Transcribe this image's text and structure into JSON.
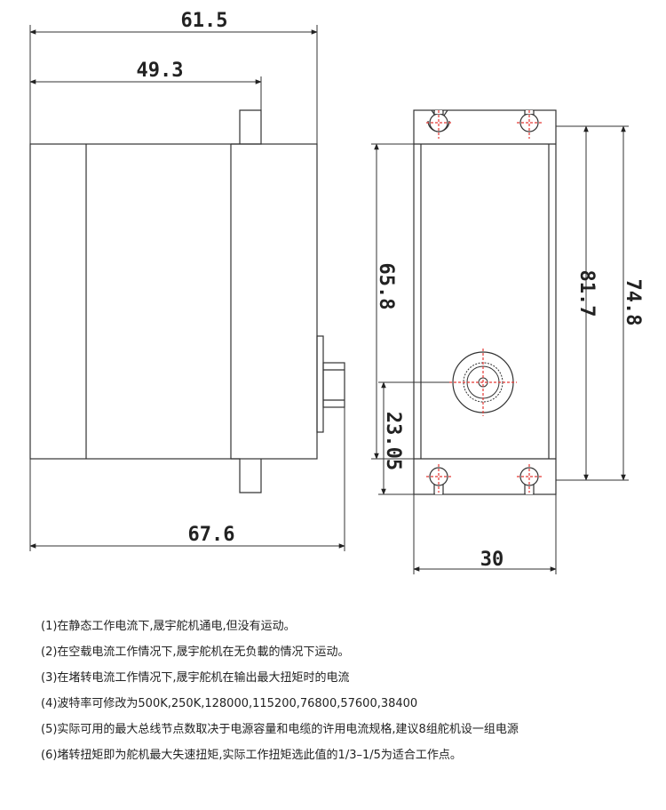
{
  "side_view": {
    "dim_top_overall": "61.5",
    "dim_top_body": "49.3",
    "dim_bottom": "67.6"
  },
  "front_view": {
    "dim_height_left": "65.8",
    "dim_height_right": "81.7",
    "dim_outer_right": "74.8",
    "dim_shaft_offset": "23.05",
    "dim_width": "30"
  },
  "notes": [
    "(1)在静态工作电流下,晟宇舵机通电,但没有运动。",
    "(2)在空载电流工作情况下,晟宇舵机在无负載的情况下运动。",
    "(3)在堵转电流工作情况下,晟宇舵机在输出最大扭矩时的电流",
    "(4)波特率可修改为500K,250K,128000,115200,76800,57600,38400",
    "(5)实际可用的最大总线节点数取决于电源容量和电缆的许用电流规格,建议8组舵机设一组电源",
    "(6)堵转扭矩即为舵机最大失速扭矩,实际工作扭矩选此值的1/3–1/5为适合工作点。"
  ]
}
